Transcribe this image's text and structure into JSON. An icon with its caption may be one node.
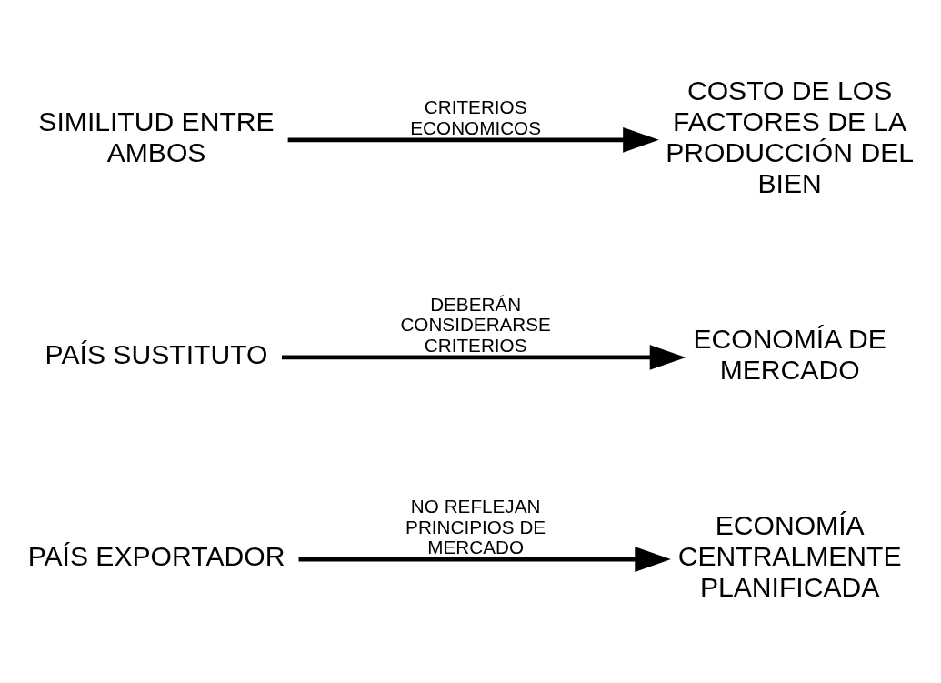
{
  "diagram": {
    "nodes": [
      {
        "text": [
          "PAÍS EXPORTADOR"
        ]
      },
      {
        "text": [
          "ECONOMÍA CENTRALMENTE PLANIFICADA"
        ]
      },
      {
        "text": [
          "PAÍS SUSTITUTO"
        ]
      },
      {
        "text": [
          "ECONOMÍA DE MERCADO"
        ]
      },
      {
        "text": [
          "SIMILITUD ENTRE AMBOS"
        ]
      },
      {
        "text": [
          "COSTO DE LOS FACTORES DE LA PRODUCCIÓN DEL BIEN"
        ]
      }
    ],
    "edges": [
      {
        "from": 0,
        "to": 1,
        "arrow": "to",
        "label": "NO REFLEJAN PRINCIPIOS DE MERCADO"
      },
      {
        "from": 2,
        "to": 3,
        "arrow": "to",
        "label": "DEBERÁN CONSIDERARSE CRITERIOS"
      },
      {
        "from": 4,
        "to": 5,
        "arrow": "to",
        "label": "CRITERIOS ECONOMICOS"
      }
    ]
  }
}
